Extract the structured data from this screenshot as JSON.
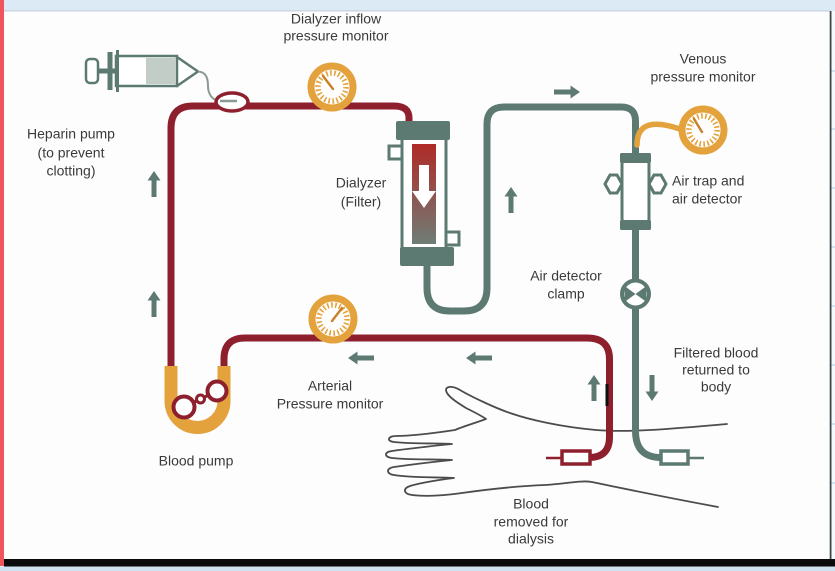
{
  "colors": {
    "blood": "#8e202e",
    "venous": "#5d7a72",
    "orange": "#e3a23c",
    "needle": "#c9802a",
    "text": "#3b3a39",
    "dialyzer_top": "#b02a28",
    "dialyzer_bottom": "#6f7d76",
    "hand": "#4c4c4c",
    "syringe_fill": "#c3cdc7",
    "port_dash": "#8a9a93",
    "top_band": "#dceaf5",
    "top_band_edge": "#c6d2de",
    "left_stripe": "#f0545c",
    "bottom_bar": "#0b0b0c",
    "bottom_strip": "#cfe2f1",
    "right_border": "#41464b",
    "margin_rule": "#cfe3f3"
  },
  "labels": {
    "dialyzer_inflow_monitor": {
      "lines": [
        "Dialyzer inflow",
        "pressure monitor"
      ]
    },
    "venous_monitor": {
      "lines": [
        "Venous",
        "pressure monitor"
      ]
    },
    "heparin_pump": {
      "lines": [
        "Heparin pump",
        "(to prevent",
        "clotting)"
      ]
    },
    "dialyzer": {
      "lines": [
        "Dialyzer",
        "(Filter)"
      ]
    },
    "air_trap": {
      "lines": [
        "Air trap and",
        "air detector"
      ]
    },
    "air_detector_clamp": {
      "lines": [
        "Air detector",
        "clamp"
      ]
    },
    "arterial_monitor": {
      "lines": [
        "Arterial",
        "Pressure monitor"
      ]
    },
    "filtered_blood": {
      "lines": [
        "Filtered blood",
        "returned to",
        "body"
      ]
    },
    "blood_pump": {
      "lines": [
        "Blood pump"
      ]
    },
    "blood_removed": {
      "lines": [
        "Blood",
        "removed for",
        "dialysis"
      ]
    }
  }
}
